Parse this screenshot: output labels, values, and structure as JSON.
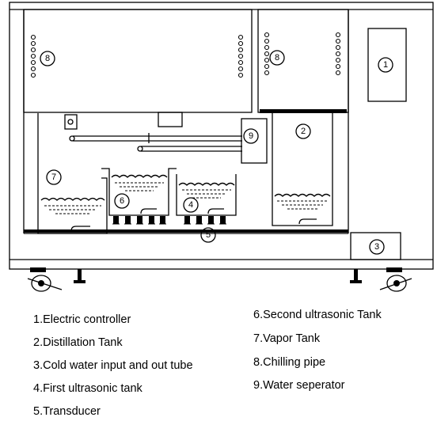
{
  "callouts": {
    "c1": "1",
    "c2": "2",
    "c3": "3",
    "c4": "4",
    "c5": "5",
    "c6": "6",
    "c7": "7",
    "c8a": "8",
    "c8b": "8",
    "c9": "9"
  },
  "legend": {
    "left": [
      "1.Electric controller",
      "2.Distillation Tank",
      "3.Cold water input and out tube",
      "4.First ultrasonic tank",
      "5.Transducer"
    ],
    "right": [
      "6.Second ultrasonic Tank",
      "7.Vapor Tank",
      "8.Chilling pipe",
      "9.Water seperator"
    ]
  }
}
